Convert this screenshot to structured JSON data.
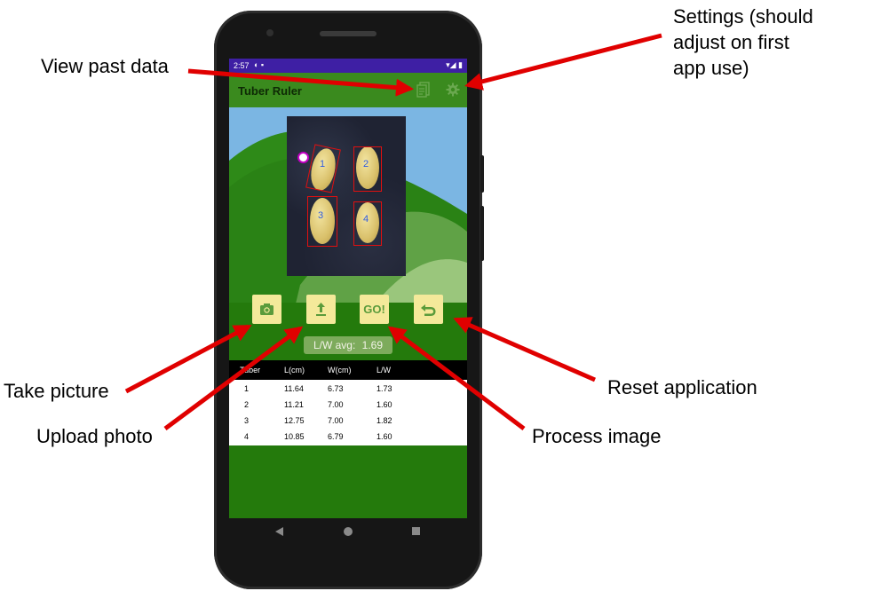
{
  "annotations": {
    "settings": [
      "Settings (should",
      "adjust on first",
      "app use)"
    ],
    "view_past_data": "View past data",
    "take_picture": "Take picture",
    "upload_photo": "Upload photo",
    "reset_application": "Reset application",
    "process_image": "Process image"
  },
  "status_bar": {
    "time": "2:57",
    "left_icons": "◐ ▪",
    "right_icons": "▾◢ ▮"
  },
  "app_bar": {
    "title": "Tuber Ruler",
    "history_icon": "history-icon",
    "settings_icon": "gear-icon"
  },
  "image": {
    "tubers": [
      {
        "label": "1"
      },
      {
        "label": "2"
      },
      {
        "label": "3"
      },
      {
        "label": "4"
      }
    ]
  },
  "buttons": {
    "camera_icon": "camera-icon",
    "upload_icon": "upload-icon",
    "go_label": "GO!",
    "reset_icon": "reset-icon"
  },
  "summary": {
    "label": "L/W avg:",
    "value": "1.69"
  },
  "table": {
    "headers": [
      "Tuber",
      "L(cm)",
      "W(cm)",
      "L/W"
    ],
    "rows": [
      [
        "1",
        "11.64",
        "6.73",
        "1.73"
      ],
      [
        "2",
        "11.21",
        "7.00",
        "1.60"
      ],
      [
        "3",
        "12.75",
        "7.00",
        "1.82"
      ],
      [
        "4",
        "10.85",
        "6.79",
        "1.60"
      ]
    ]
  },
  "nav_bar": {
    "back_icon": "back-icon",
    "home_icon": "home-icon",
    "recents_icon": "recents-icon"
  },
  "colors": {
    "arrow": "#e00000",
    "status_bar": "#3e1fa4",
    "app_bar": "#3a8a1e",
    "background_green": "#247a0c",
    "button_fill": "#f4e99a",
    "button_icon": "#5a9b3b",
    "detection_box": "#e01010",
    "tuber_label": "#2f5be0"
  }
}
